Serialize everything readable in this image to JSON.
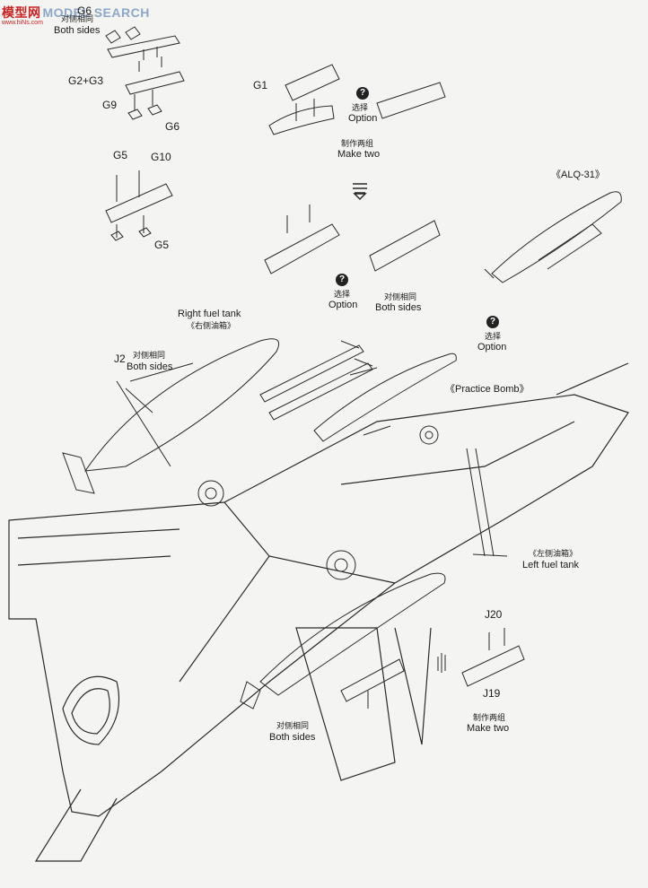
{
  "watermark": {
    "cn": "模型网",
    "en": "MODEL SEARCH",
    "url": "www.hiNs.com"
  },
  "labels": {
    "top_left_both_sides_cn": "对侧相同",
    "top_left_both_sides_en": "Both sides",
    "g6_top": "G6",
    "g2_g3": "G2+G3",
    "g9": "G9",
    "g6_bottom": "G6",
    "g5_top": "G5",
    "g10": "G10",
    "g5_bottom": "G5",
    "g1": "G1",
    "option_top_cn": "选择",
    "option_top_en": "Option",
    "make_two_top_cn": "制作两组",
    "make_two_top_en": "Make two",
    "alq31": "《ALQ-31》",
    "option_mid_cn": "选择",
    "option_mid_en": "Option",
    "both_sides_mid_cn": "对侧相同",
    "both_sides_mid_en": "Both sides",
    "option_right_cn": "选择",
    "option_right_en": "Option",
    "right_tank_en": "Right fuel tank",
    "right_tank_cn": "《右侧油箱》",
    "j2": "J2",
    "j2_both_cn": "对侧相同",
    "j2_both_en": "Both sides",
    "practice_bomb": "《Practice Bomb》",
    "left_tank_cn": "《左侧油箱》",
    "left_tank_en": "Left fuel tank",
    "j20": "J20",
    "j19": "J19",
    "make_two_bottom_cn": "制作两组",
    "make_two_bottom_en": "Make two",
    "both_sides_bottom_cn": "对侧相同",
    "both_sides_bottom_en": "Both sides",
    "option_symbol": "?"
  }
}
